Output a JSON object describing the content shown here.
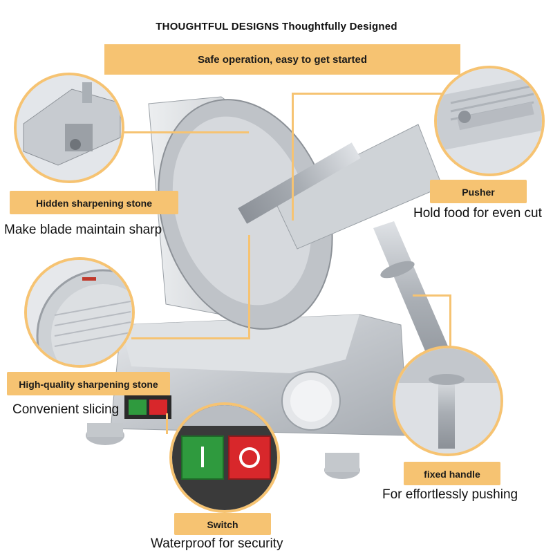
{
  "header": {
    "title": "THOUGHTFUL DESIGNS Thoughtfully Designed",
    "banner": "Safe operation, easy to get started"
  },
  "features": [
    {
      "label": "Hidden sharpening stone",
      "description": "Make blade maintain sharp"
    },
    {
      "label": "Pusher",
      "description": "Hold food for even cut"
    },
    {
      "label": "High-quality sharpening stone",
      "description": "Convenient slicing"
    },
    {
      "label": "fixed handle",
      "description": "For effortlessly pushing"
    },
    {
      "label": "Switch",
      "description": "Waterproof for security"
    }
  ],
  "colors": {
    "accent": "#f6c372",
    "switch_on": "#2f9a3e",
    "switch_off": "#d8272b",
    "metal": "#c9ccd0"
  }
}
